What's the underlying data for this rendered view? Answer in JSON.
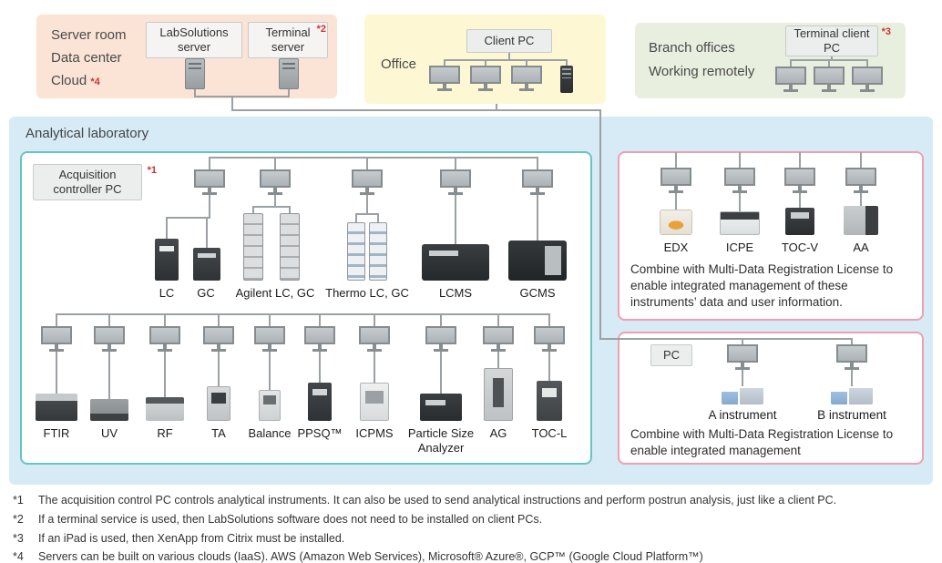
{
  "colors": {
    "server_room_bg": "#fbe3d6",
    "office_bg": "#fdf8d3",
    "branch_bg": "#e9efdf",
    "lab_bg": "#d7ebf7",
    "teal_border": "#66c6bd",
    "pink_border": "#ef9faf",
    "connector_line": "#9aa0a4",
    "footnote_marker_red": "#cc3333"
  },
  "server_room": {
    "lines": [
      "Server room",
      "Data center",
      "Cloud"
    ],
    "cloud_sup": "*4",
    "labsolutions_server_label": "LabSolutions server",
    "terminal_server_label": "Terminal server",
    "terminal_server_sup": "*2"
  },
  "office": {
    "label": "Office",
    "client_pc_label": "Client PC"
  },
  "branch": {
    "lines": [
      "Branch offices",
      "Working remotely"
    ],
    "terminal_client_pc_label": "Terminal client PC",
    "sup": "*3"
  },
  "lab": {
    "title": "Analytical laboratory",
    "acquisition_label": "Acquisition controller PC",
    "acquisition_sup": "*1",
    "row1_labels": [
      "LC",
      "GC",
      "Agilent LC, GC",
      "Thermo LC, GC",
      "LCMS",
      "GCMS"
    ],
    "row2_labels": [
      "FTIR",
      "UV",
      "RF",
      "TA",
      "Balance",
      "PPSQ™",
      "ICPMS",
      "Particle Size Analyzer",
      "AG",
      "TOC-L"
    ],
    "multidata_box": {
      "instruments": [
        "EDX",
        "ICPE",
        "TOC-V",
        "AA"
      ],
      "note": "Combine with Multi-Data Registration License to enable integrated management of these instruments’ data and user information."
    },
    "pc_box": {
      "pc_label": "PC",
      "instruments": [
        "A instrument",
        "B instrument"
      ],
      "note": "Combine with Multi-Data Registration License to enable integrated management"
    }
  },
  "footnotes": [
    {
      "marker": "*1",
      "text": "The acquisition control PC controls analytical instruments. It can also be used to send analytical instructions and perform postrun analysis, just like a client PC."
    },
    {
      "marker": "*2",
      "text": "If a terminal service is used, then LabSolutions software does not need to be installed on client PCs."
    },
    {
      "marker": "*3",
      "text": "If an iPad is used, then XenApp from Citrix must be installed."
    },
    {
      "marker": "*4",
      "text": "Servers can be built on various clouds (IaaS). AWS (Amazon Web Services), Microsoft® Azure®, GCP™ (Google Cloud Platform™)"
    }
  ]
}
